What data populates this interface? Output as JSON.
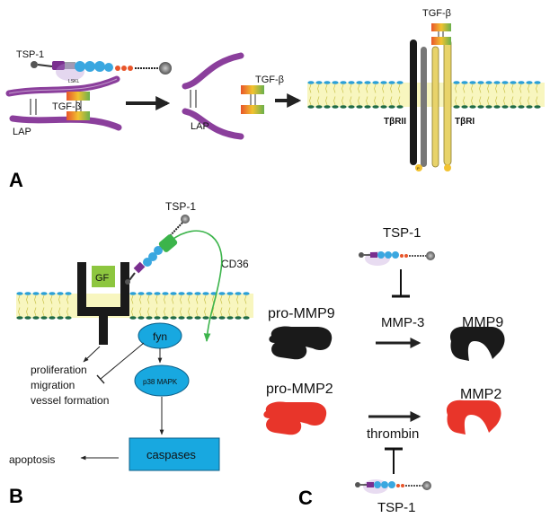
{
  "panel_a": {
    "letter": "A",
    "tsp1": "TSP-1",
    "lsk": "LSKL",
    "tgfb_latent": "TGF-β",
    "lap_1": "LAP",
    "tgfb_free": "TGF-β",
    "lap_2": "LAP",
    "tgfb_bound": "TGF-β",
    "receptor_2": "TβRII",
    "receptor_1": "TβRI",
    "p_label": "P"
  },
  "panel_b": {
    "letter": "B",
    "tsp1": "TSP-1",
    "cd36": "CD36",
    "gf": "GF",
    "fyn": "fyn",
    "p38": "p38 MAPK",
    "outcomes": [
      "proliferation",
      "migration",
      "vessel formation"
    ],
    "caspases": "caspases",
    "apoptosis": "apoptosis"
  },
  "panel_c": {
    "letter": "C",
    "tsp1_top": "TSP-1",
    "pro_mmp9": "pro-MMP9",
    "mmp3": "MMP-3",
    "mmp9": "MMP9",
    "pro_mmp2": "pro-MMP2",
    "mmp2": "MMP2",
    "thrombin": "thrombin",
    "tsp1_bottom": "TSP-1"
  },
  "colors": {
    "lap": "#8b3f9c",
    "tsp_blue": "#3aa7e0",
    "tsp_purple": "#7a2f8f",
    "tsp_orange": "#e8552a",
    "membrane_blue": "#2a9fd6",
    "membrane_green": "#1f6b45",
    "lipid_yellow": "#f2ee8a",
    "receptor_yellow": "#e8d36a",
    "receptor_black": "#1a1a1a",
    "cd36_green": "#3cb44b",
    "caspase_box": "#18a8e0",
    "mmp9": "#1a1a1a",
    "mmp2": "#e8352a"
  },
  "icons": [
    "tsp1-molecule-icon",
    "lap-icon",
    "tgf-beta-dimer-icon",
    "receptor-icon",
    "growth-factor-receptor-icon",
    "mmp-protein-icon",
    "inhibition-icon",
    "arrow-icon"
  ]
}
